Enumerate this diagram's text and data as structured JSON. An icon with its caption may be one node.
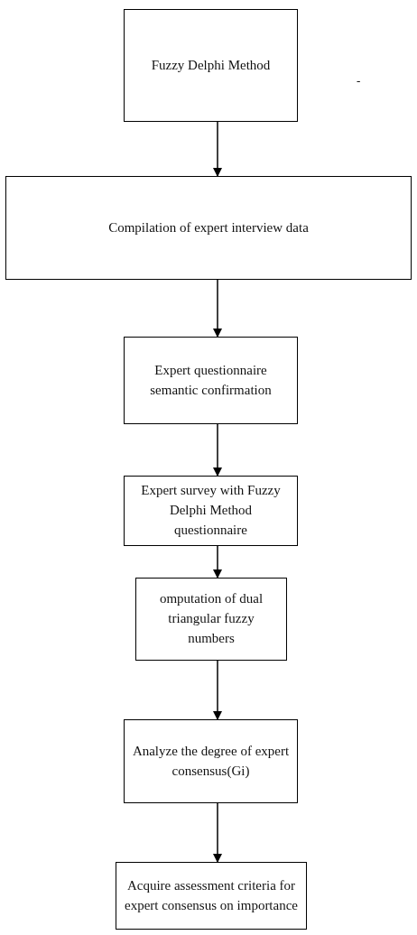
{
  "diagram": {
    "nodes": [
      {
        "text": [
          "Fuzzy Delphi Method"
        ]
      },
      {
        "text": [
          "Compilation of expert interview data"
        ]
      },
      {
        "text": [
          "Expert questionnaire semantic confirmation"
        ]
      },
      {
        "text": [
          "Expert survey with Fuzzy Delphi Method questionnaire"
        ]
      },
      {
        "text": [
          "omputation of dual triangular fuzzy numbers"
        ]
      },
      {
        "text": [
          "Analyze the degree of expert consensus(Gi)"
        ]
      },
      {
        "text": [
          "Acquire assessment criteria for expert consensus on importance"
        ]
      }
    ],
    "edges": [
      {
        "from": 0,
        "to": 1,
        "arrow": "to"
      },
      {
        "from": 1,
        "to": 2,
        "arrow": "to"
      },
      {
        "from": 2,
        "to": 3,
        "arrow": "to"
      },
      {
        "from": 3,
        "to": 4,
        "arrow": "to"
      },
      {
        "from": 4,
        "to": 5,
        "arrow": "to"
      },
      {
        "from": 5,
        "to": 6,
        "arrow": "to"
      }
    ],
    "labels": [
      "-"
    ]
  }
}
